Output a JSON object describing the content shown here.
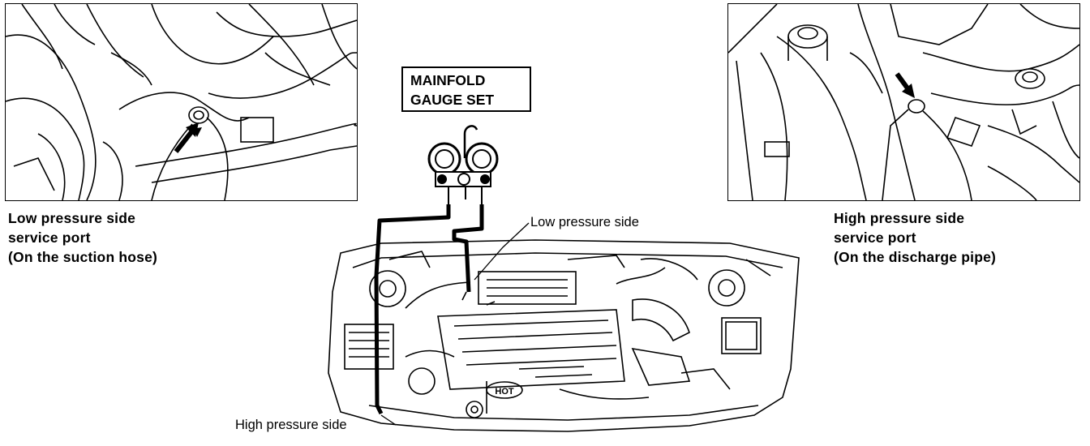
{
  "gauge_set": {
    "line1": "MAINFOLD",
    "line2": "GAUGE SET"
  },
  "left_caption": {
    "line1": "Low pressure side",
    "line2": "service port",
    "line3": "(On the suction hose)"
  },
  "right_caption": {
    "line1": "High pressure side",
    "line2": "service port",
    "line3": "(On the discharge pipe)"
  },
  "callouts": {
    "low": "Low pressure side",
    "high": "High pressure side"
  },
  "icons": {
    "gauge": "manifold-gauge-icon",
    "engine": "engine-bay-icon",
    "arrow": "arrow-icon"
  }
}
